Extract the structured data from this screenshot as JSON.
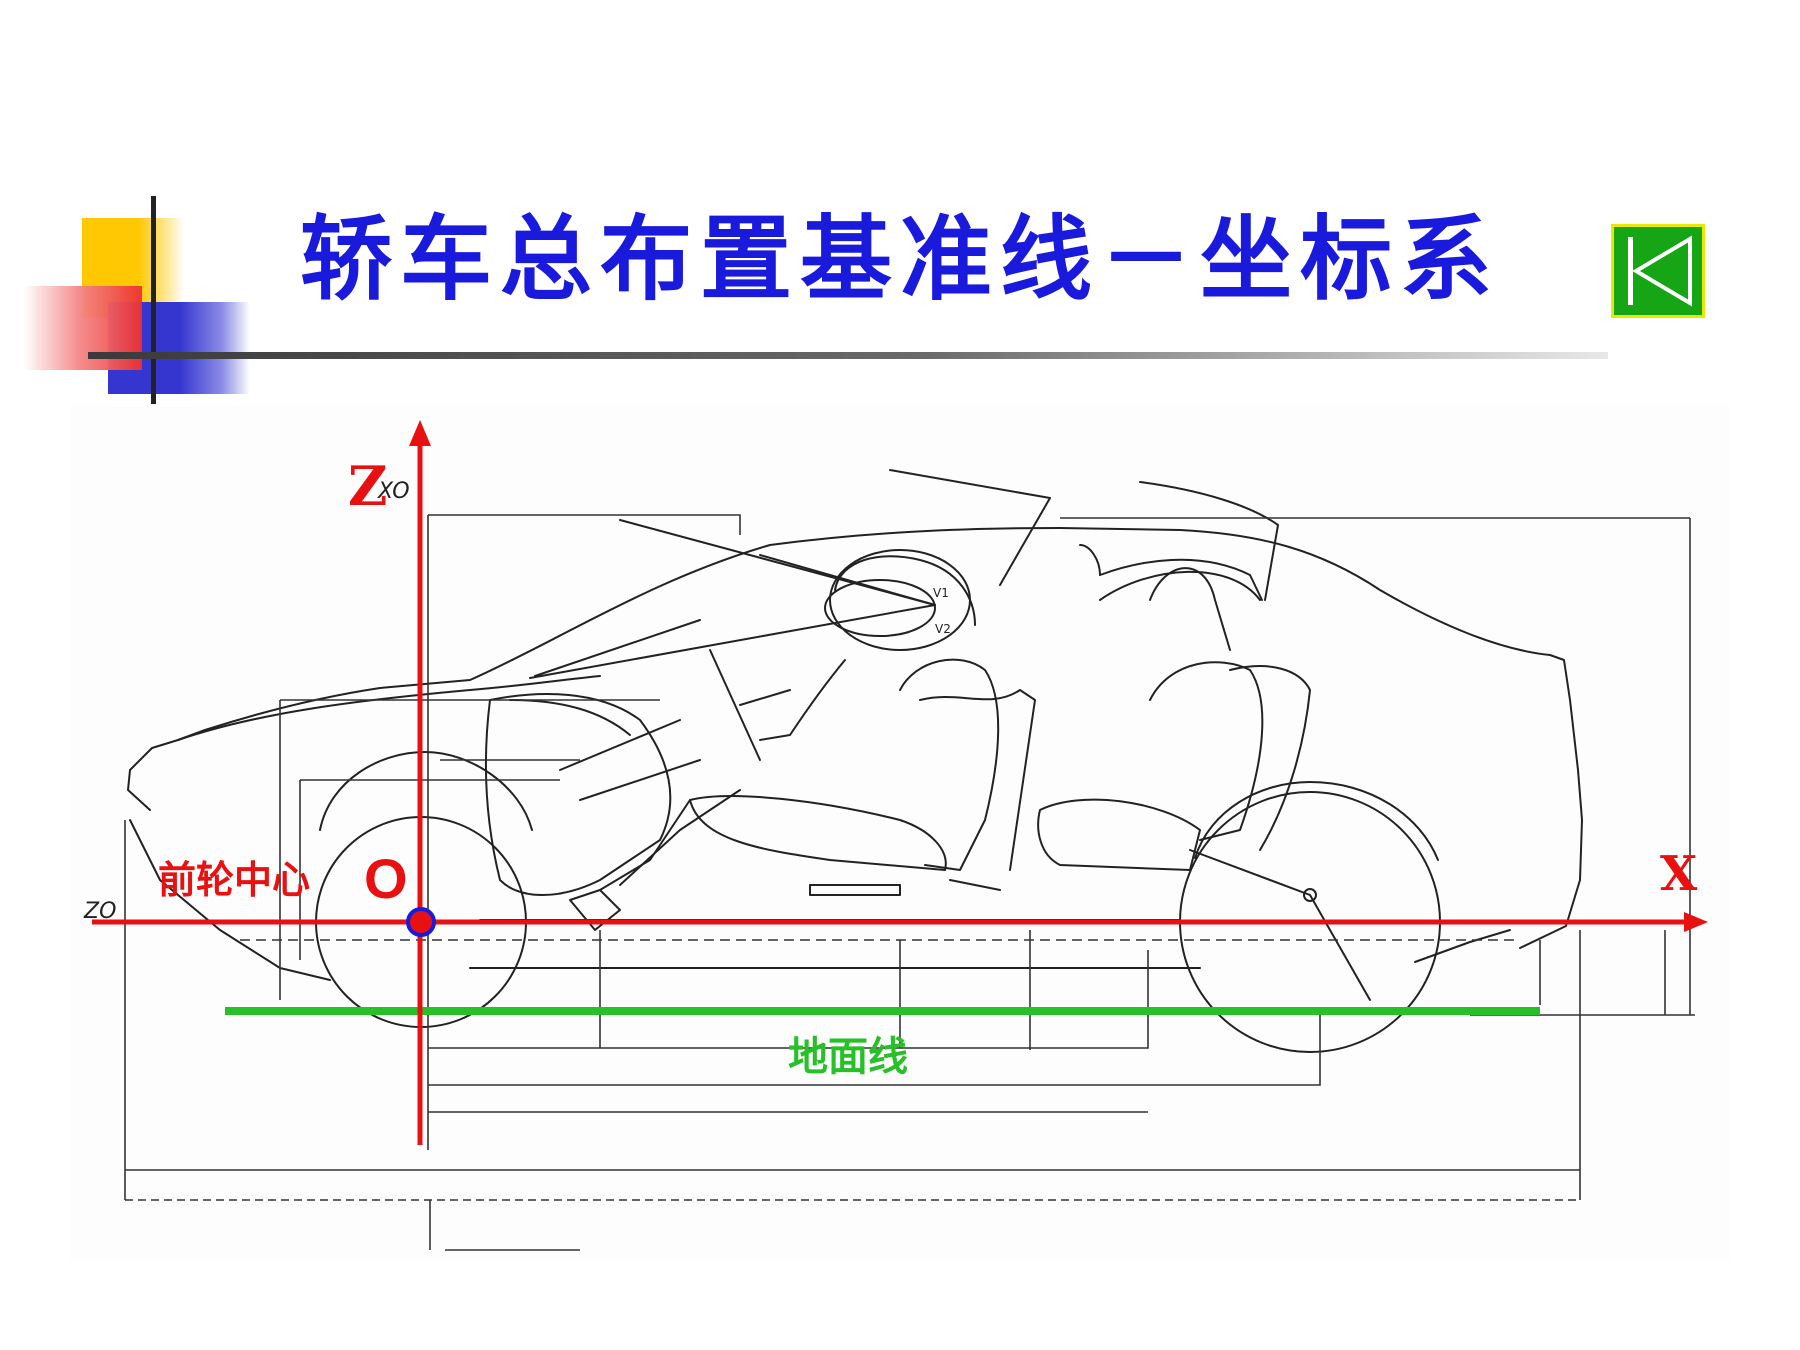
{
  "slide": {
    "title": "轿车总布置基准线－坐标系"
  },
  "nav": {
    "back_button_icon": "first-slide-icon"
  },
  "diagram": {
    "axis_z_label": "Z",
    "axis_x_label": "X",
    "origin_label": "O",
    "front_wheel_center_label": "前轮中心",
    "ground_line_label": "地面线",
    "drawing_label_xo": "XO",
    "drawing_label_zo": "ZO",
    "drawing_label_v1": "V1",
    "drawing_label_v2": "V2",
    "colors": {
      "axis_red": "#e81010",
      "ground_green": "#28c028",
      "title_blue": "#1a1adc",
      "origin_fill": "#e81010",
      "origin_stroke": "#1a1adc"
    }
  }
}
